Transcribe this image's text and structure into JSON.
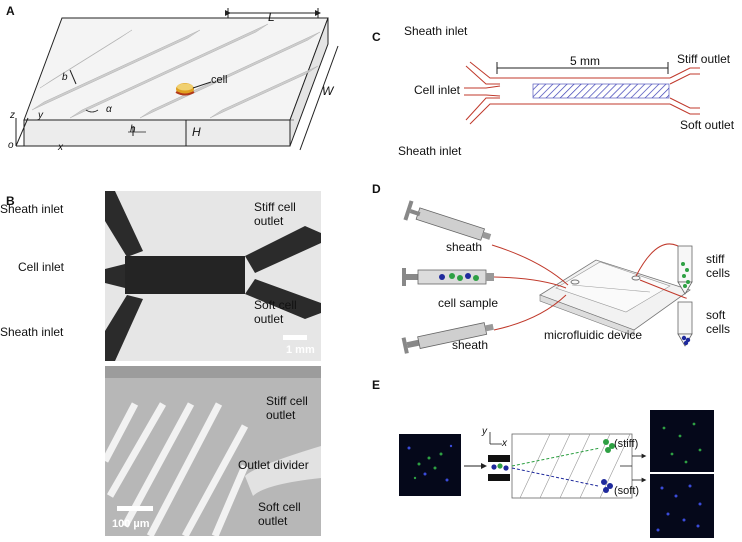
{
  "panels": {
    "a": {
      "letter": "A",
      "dims": {
        "L": "L",
        "W": "W",
        "H": "H",
        "h": "h",
        "b": "b",
        "alpha": "α"
      },
      "axes": {
        "x": "x",
        "y": "y",
        "z": "z",
        "o": "o"
      },
      "cell_label": "cell"
    },
    "b": {
      "letter": "B",
      "top": {
        "sheath_inlet_top": "Sheath inlet",
        "cell_inlet": "Cell inlet",
        "sheath_inlet_bottom": "Sheath inlet",
        "stiff_outlet": "Stiff cell\noutlet",
        "soft_outlet": "Soft cell\noutlet",
        "scalebar": "1 mm"
      },
      "bottom": {
        "stiff_outlet": "Stiff cell\noutlet",
        "outlet_divider": "Outlet divider",
        "soft_outlet": "Soft cell\noutlet",
        "scalebar": "100 µm"
      }
    },
    "c": {
      "letter": "C",
      "sheath_inlet_top": "Sheath inlet",
      "cell_inlet": "Cell inlet",
      "sheath_inlet_bottom": "Sheath inlet",
      "length": "5 mm",
      "stiff_outlet": "Stiff outlet",
      "soft_outlet": "Soft outlet"
    },
    "d": {
      "letter": "D",
      "sheath_top": "sheath",
      "cell_sample": "cell sample",
      "sheath_bottom": "sheath",
      "device": "microfluidic device",
      "stiff_cells": "stiff\ncells",
      "soft_cells": "soft\ncells"
    },
    "e": {
      "letter": "E",
      "axis_y": "y",
      "axis_x": "x",
      "stiff": "(stiff)",
      "soft": "(soft)"
    }
  },
  "colors": {
    "channel_red": "#c0392b",
    "stiff_green": "#2ea043",
    "soft_blue": "#1f2a9c",
    "hatch_blue": "#3b3fb5",
    "dark_fluor": "#05081a"
  }
}
